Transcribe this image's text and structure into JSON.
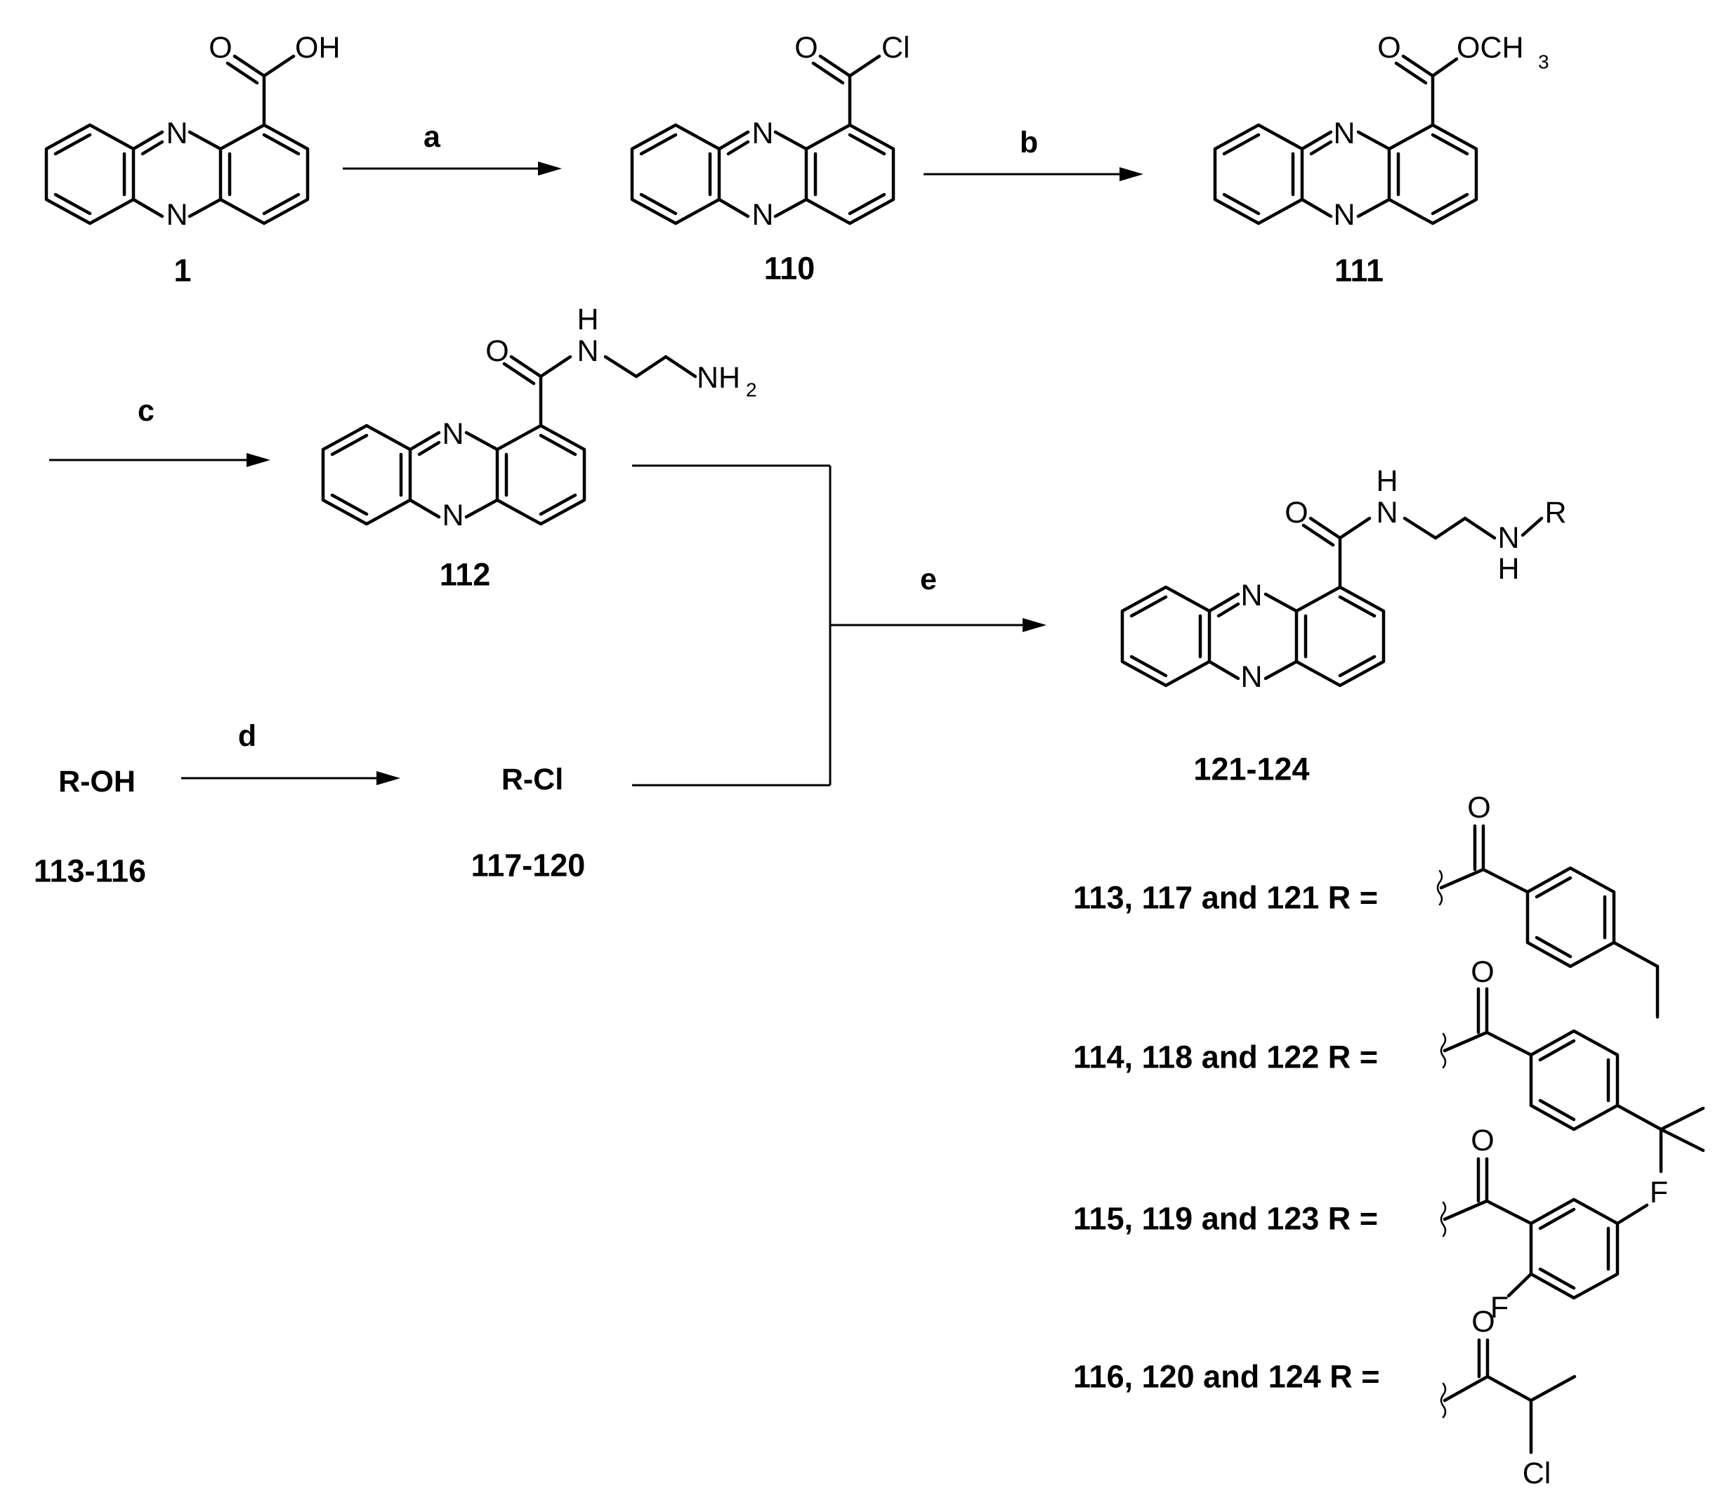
{
  "compounds": {
    "c1": "1",
    "c110": "110",
    "c111": "111",
    "c112": "112",
    "c121_124": "121-124",
    "c113_116": "113-116",
    "c117_120": "117-120"
  },
  "reagents": {
    "a": "a",
    "b": "b",
    "c": "c",
    "d": "d",
    "e": "e"
  },
  "formulas": {
    "r_oh": "R-OH",
    "r_cl": "R-Cl"
  },
  "atoms": {
    "N": "N",
    "O": "O",
    "H": "H",
    "R": "R",
    "F": "F",
    "Cl": "Cl",
    "OH": "OH",
    "OCH": "OCH",
    "NH": "NH",
    "sub3": "3",
    "sub2": "2"
  },
  "r_definitions": [
    "113, 117 and 121 R =",
    "114, 118 and 122 R =",
    "115, 119 and 123 R =",
    "116, 120 and 124 R ="
  ]
}
